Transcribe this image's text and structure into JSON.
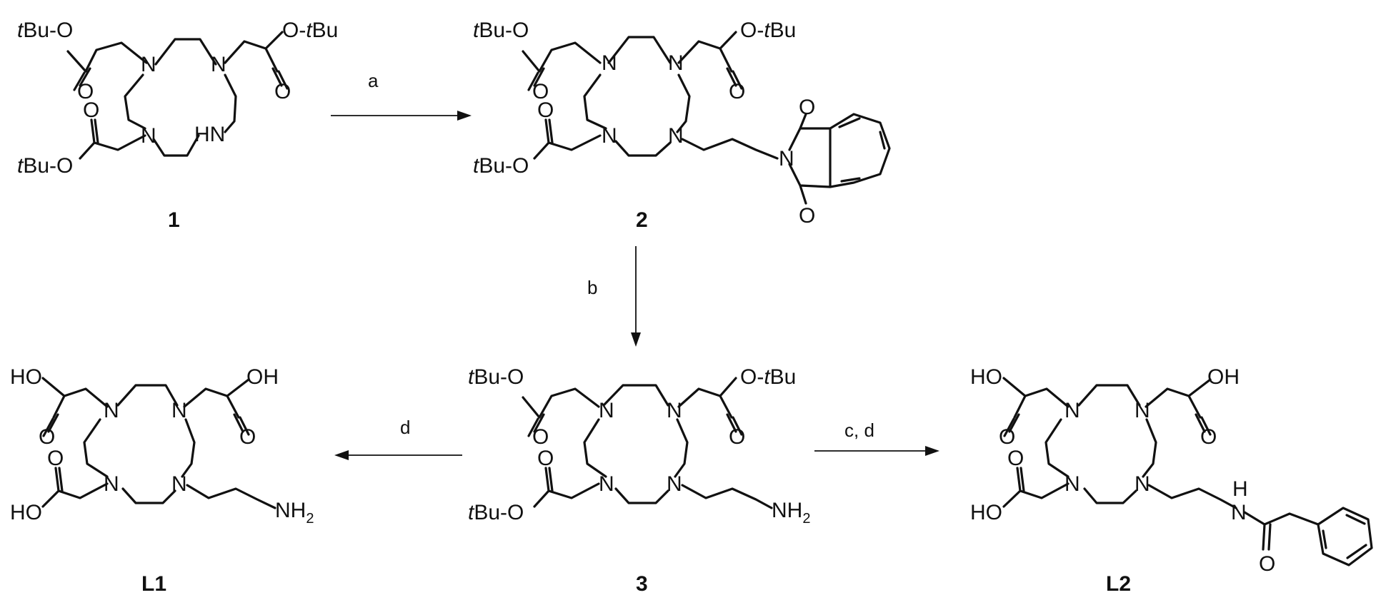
{
  "figure": {
    "compounds": [
      {
        "id": "c1",
        "label": "1"
      },
      {
        "id": "c2",
        "label": "2"
      },
      {
        "id": "c3",
        "label": "3"
      },
      {
        "id": "cL1",
        "label": "L1"
      },
      {
        "id": "cL2",
        "label": "L2"
      }
    ],
    "reagents": {
      "a": "a",
      "b": "b",
      "c": "c, d",
      "d": "d"
    },
    "atoms": {
      "tbu_italic": "t",
      "tbu_tail": "Bu",
      "tbu_ester_left": "-O",
      "tbu_ester_right_prefix": "O-",
      "nitrogen": "N",
      "amine_nh": "HN",
      "oxygen": "O",
      "hydroxyl_left": "HO",
      "hydroxyl_right": "OH",
      "amino": "NH",
      "amino_sub": "2",
      "amide_h": "H"
    }
  }
}
